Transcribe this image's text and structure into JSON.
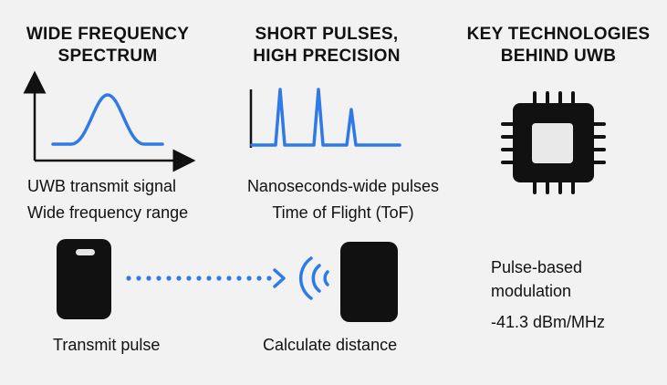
{
  "colors": {
    "accent": "#2f7ae5",
    "dark": "#111111",
    "chip_core": "#e9e9e9",
    "background": "#f2f2f2"
  },
  "columns": [
    {
      "heading": "WIDE FREQUENCY\nSPECTRUM",
      "captions": [
        "UWB transmit signal",
        "Wide frequency range"
      ],
      "icon": "bell-curve-icon"
    },
    {
      "heading": "SHORT PULSES,\nHIGH PRECISION",
      "captions": [
        "Nanoseconds-wide pulses",
        "Time of Flight (ToF)"
      ],
      "icon": "pulse-train-icon"
    },
    {
      "heading": "KEY TECHNOLOGIES\nBEHIND UWB",
      "icon": "microchip-icon"
    }
  ],
  "bottom": {
    "transmit_label": "Transmit pulse",
    "calculate_label": "Calculate distance",
    "features": [
      "Pulse-based",
      "modulation",
      "-41.3 dBm/MHz"
    ]
  }
}
